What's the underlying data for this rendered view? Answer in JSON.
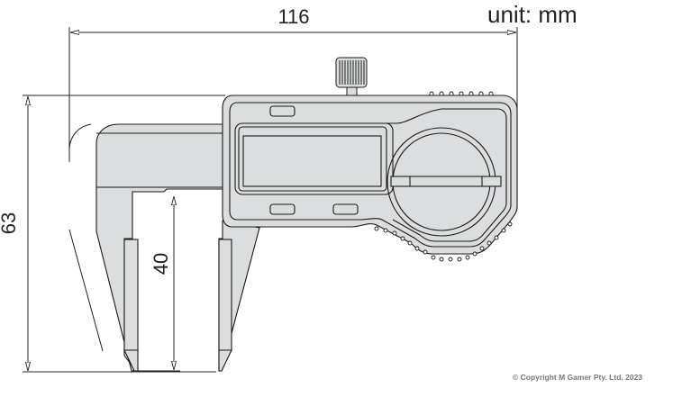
{
  "diagram": {
    "subject": "Digital caliper (side view) with dimensions",
    "unit_label": "unit: mm",
    "copyright": "© Copyright M Gamer Pty. Ltd. 2023",
    "dimensions": {
      "overall_length": "116",
      "overall_height": "63",
      "jaw_depth": "40"
    },
    "colors": {
      "body_fill": "#dcdddf",
      "line": "#1a1a1a",
      "background": "#ffffff"
    }
  }
}
